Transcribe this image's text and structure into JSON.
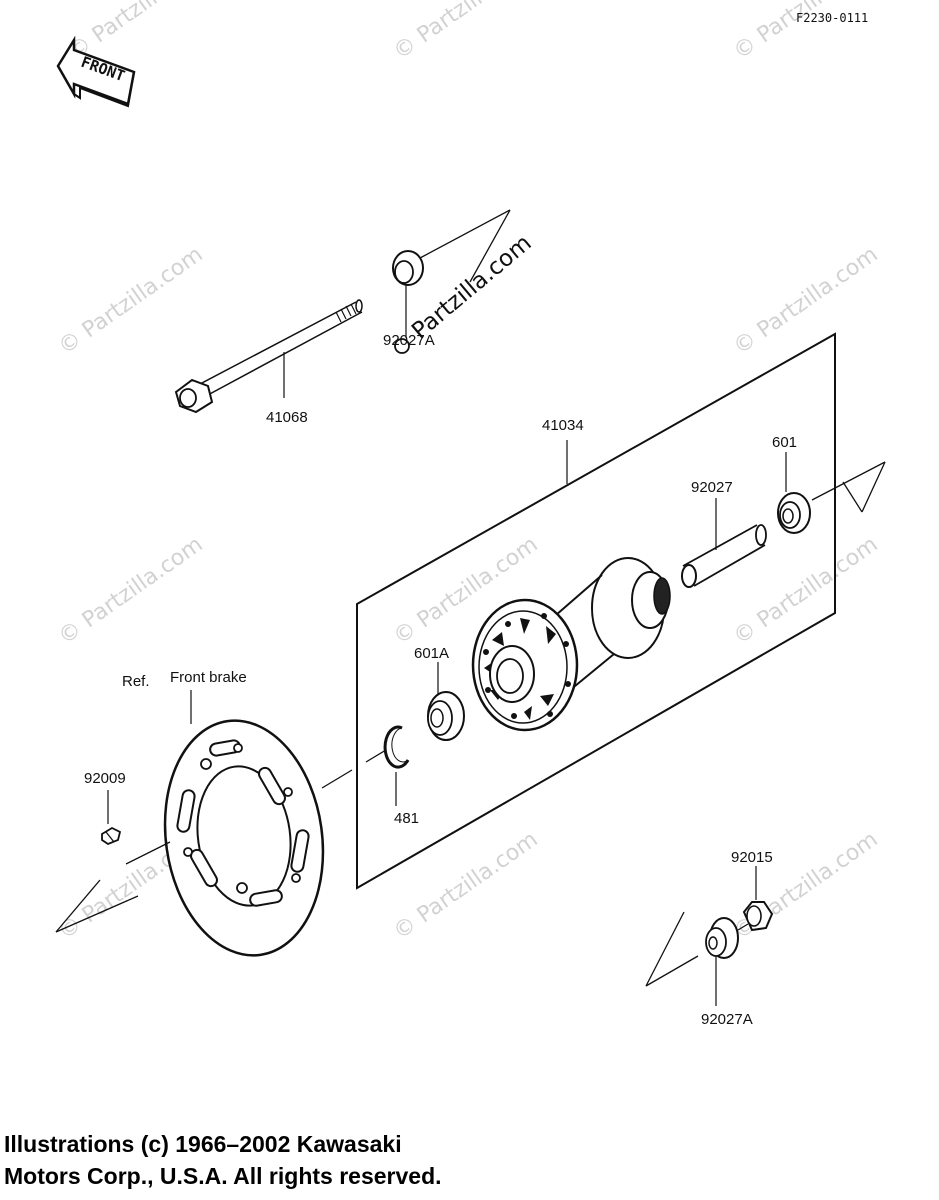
{
  "diagram_code": "F2230-0111",
  "front_label": "FRONT",
  "watermark": "© Partzilla.com",
  "watermark_center": "Partzilla.com",
  "parts": {
    "axle": "41068",
    "collar_top": "92027A",
    "hub": "41034",
    "bearing_right": "601",
    "spacer": "92027",
    "bearing_left": "601A",
    "circlip": "481",
    "disc_bolt": "92009",
    "nut": "92015",
    "collar_bottom": "92027A"
  },
  "ref_label": "Ref.",
  "front_brake_label": "Front brake",
  "copyright": {
    "line1": "Illustrations (c) 1966–2002 Kawasaki",
    "line2": "Motors Corp., U.S.A.  All rights reserved."
  }
}
